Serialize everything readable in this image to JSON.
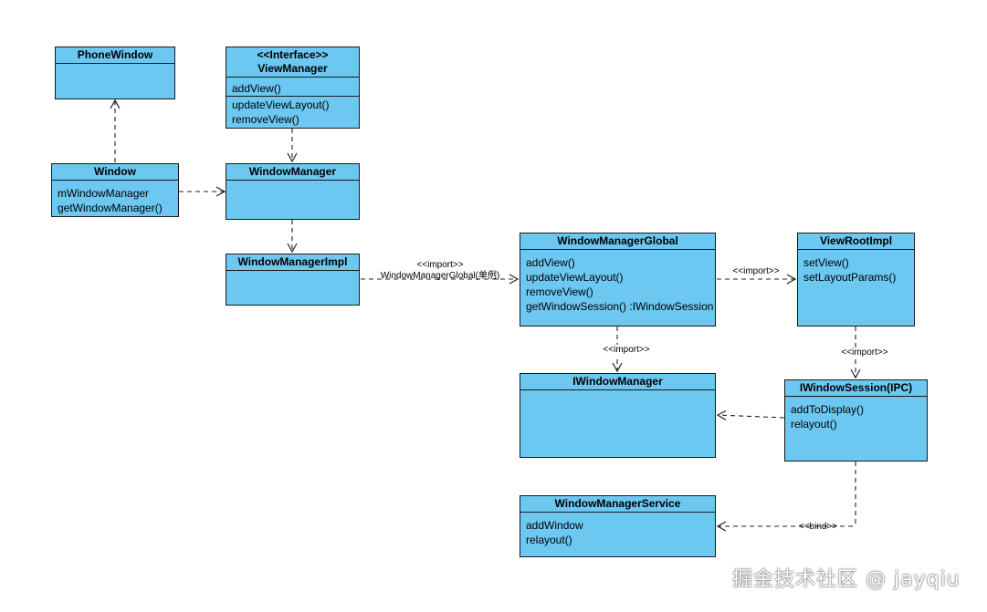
{
  "classes": {
    "phone_window": {
      "name": "PhoneWindow",
      "members": []
    },
    "view_manager": {
      "stereotype": "<<Interface>>",
      "name": "ViewManager",
      "members": [
        "addView()",
        "updateViewLayout()",
        "removeView()"
      ]
    },
    "window": {
      "name": "Window",
      "members": [
        "mWindowManager",
        "getWindowManager()"
      ]
    },
    "window_manager": {
      "name": "WindowManager",
      "members": []
    },
    "window_manager_impl": {
      "name": "WindowManagerImpl",
      "members": []
    },
    "window_manager_global": {
      "name": "WindowManagerGlobal",
      "members": [
        "addView()",
        "updateViewLayout()",
        "removeView()",
        "getWindowSession() :IWindowSession"
      ]
    },
    "view_root_impl": {
      "name": "ViewRootImpl",
      "members": [
        "setView()",
        "setLayoutParams()"
      ]
    },
    "iwindow_manager": {
      "name": "IWindowManager",
      "members": []
    },
    "iwindow_session": {
      "name": "IWindowSession(IPC)",
      "members": [
        "addToDisplay()",
        "relayout()"
      ]
    },
    "window_manager_service": {
      "name": "WindowManagerService",
      "members": [
        "addWindow",
        "relayout()"
      ]
    }
  },
  "labels": {
    "impl_to_global_stereo": "<<import>>",
    "impl_to_global_text": "WindowManagerGlobal(单例)",
    "global_to_viewroot": "<<import>>",
    "global_to_iwm": "<<import>>",
    "viewroot_to_session": "<<import>>",
    "session_to_wms": "<<bind>>"
  },
  "watermark": "掘金技术社区 @ jayqiu",
  "colors": {
    "class_fill": "#6cc7f1",
    "border": "#1a1a1a",
    "line": "#222222"
  }
}
